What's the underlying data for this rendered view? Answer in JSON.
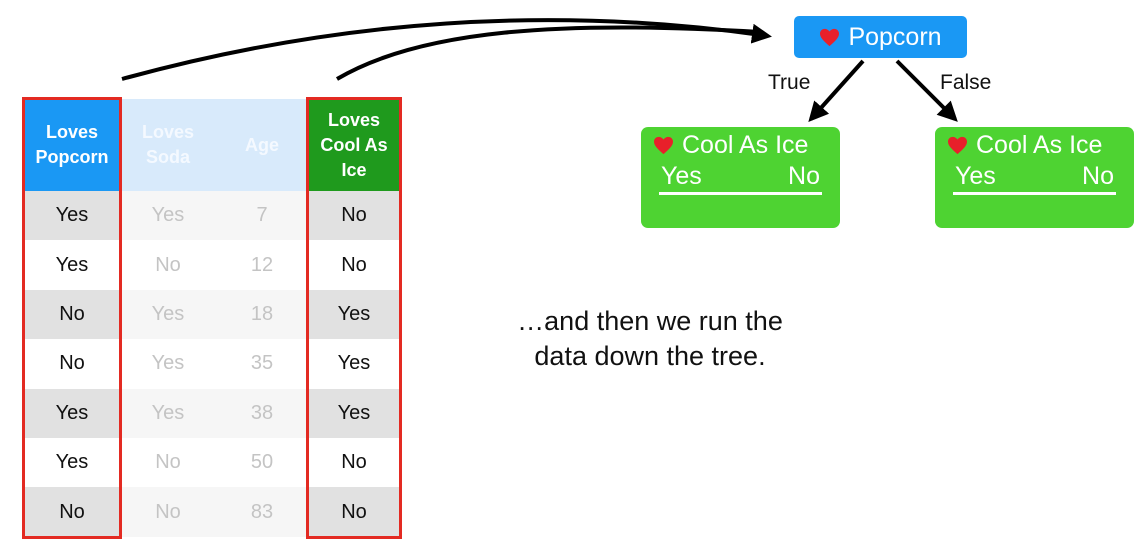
{
  "table": {
    "columns": [
      {
        "header": "Loves\nPopcorn",
        "values": [
          "Yes",
          "Yes",
          "No",
          "No",
          "Yes",
          "Yes",
          "No"
        ],
        "faded": false,
        "header_color": "#1a98f4"
      },
      {
        "header": "Loves\nSoda",
        "values": [
          "Yes",
          "No",
          "Yes",
          "Yes",
          "Yes",
          "No",
          "No"
        ],
        "faded": true,
        "header_color": "#d8eafb"
      },
      {
        "header": "Age",
        "values": [
          "7",
          "12",
          "18",
          "35",
          "38",
          "50",
          "83"
        ],
        "faded": true,
        "header_color": "#d8eafb"
      },
      {
        "header": "Loves\nCool As\nIce",
        "values": [
          "No",
          "No",
          "Yes",
          "Yes",
          "Yes",
          "No",
          "No"
        ],
        "faded": false,
        "header_color": "#1f9a1d"
      }
    ]
  },
  "tree": {
    "root": {
      "label": "Popcorn",
      "icon": "heart-icon",
      "color": "#1a98f4"
    },
    "branch_true": "True",
    "branch_false": "False",
    "leaves": [
      {
        "title": "Cool As Ice",
        "icon": "heart-icon",
        "yes": "Yes",
        "no": "No"
      },
      {
        "title": "Cool As Ice",
        "icon": "heart-icon",
        "yes": "Yes",
        "no": "No"
      }
    ],
    "leaf_color": "#4ed332"
  },
  "caption": "…and then we run the\ndata down the tree.",
  "colors": {
    "highlight": "#e32a22",
    "arrow": "#000000"
  }
}
